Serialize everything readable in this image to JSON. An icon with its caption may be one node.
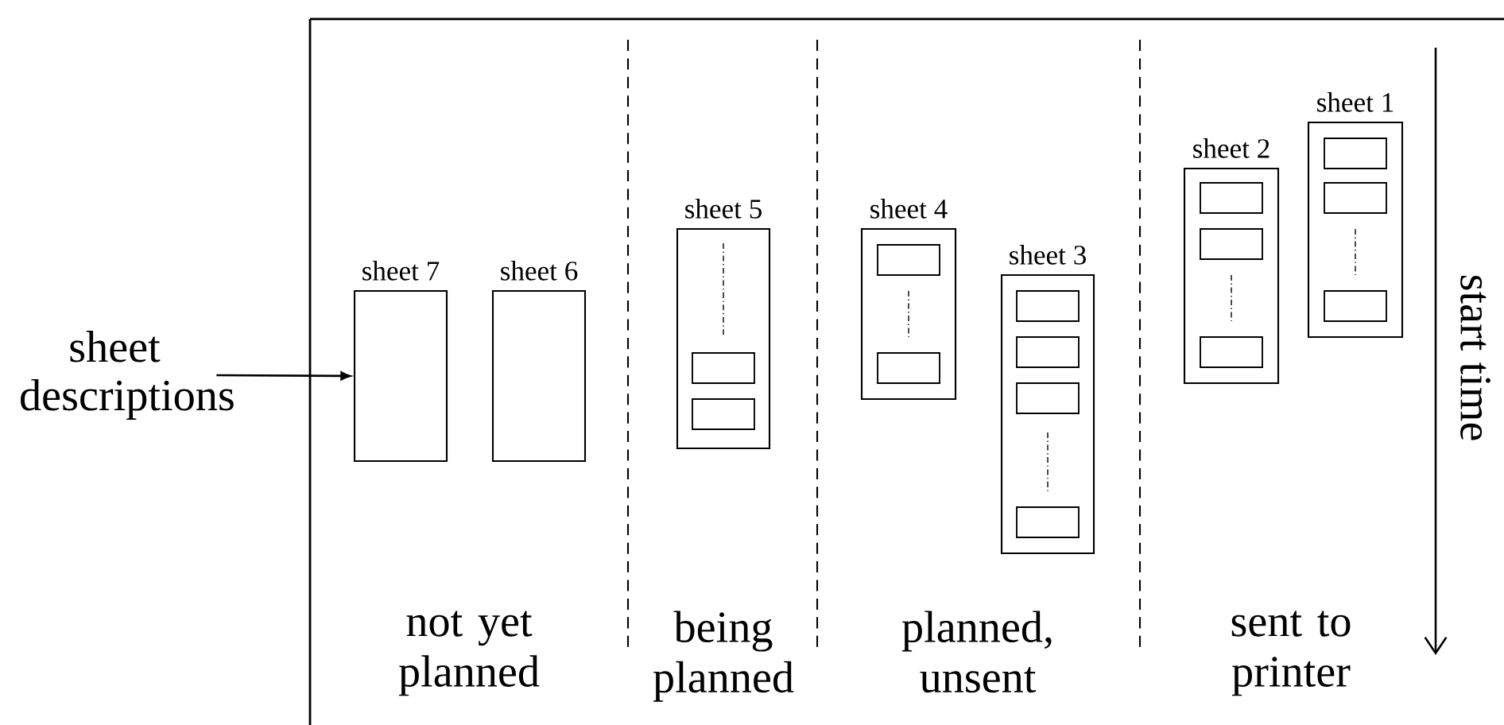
{
  "diagram": {
    "nodes": [
      {
        "text": [
          "sheet descriptions"
        ]
      },
      {
        "text": [
          "sheet 7"
        ]
      },
      {
        "text": [
          "sheet 6"
        ]
      },
      {
        "text": [
          "sheet 5"
        ]
      },
      {
        "text": [],
        "shape": "box",
        "in": 3
      },
      {
        "text": [],
        "shape": "box",
        "in": 3
      },
      {
        "text": [
          "sheet 4"
        ]
      },
      {
        "text": [],
        "shape": "box",
        "in": 6
      },
      {
        "text": [],
        "shape": "box",
        "in": 6
      },
      {
        "text": [
          "sheet 3"
        ]
      },
      {
        "text": [],
        "shape": "box",
        "in": 9
      },
      {
        "text": [],
        "shape": "box",
        "in": 9
      },
      {
        "text": [],
        "shape": "box",
        "in": 9
      },
      {
        "text": [],
        "shape": "box",
        "in": 9
      },
      {
        "text": [
          "sheet 2"
        ]
      },
      {
        "text": [],
        "shape": "box",
        "in": 14
      },
      {
        "text": [],
        "shape": "box",
        "in": 14
      },
      {
        "text": [],
        "shape": "box",
        "in": 14
      },
      {
        "text": [
          "sheet 1"
        ]
      },
      {
        "text": [],
        "shape": "box",
        "in": 18
      },
      {
        "text": [],
        "shape": "box",
        "in": 18
      },
      {
        "text": [],
        "shape": "box",
        "in": 18
      }
    ],
    "edges": [
      {
        "from": 0,
        "to": 1,
        "arrow": "to"
      }
    ],
    "labels": [
      "not yet planned",
      "being planned",
      "planned, unsent",
      "sent to printer",
      "start time"
    ]
  }
}
